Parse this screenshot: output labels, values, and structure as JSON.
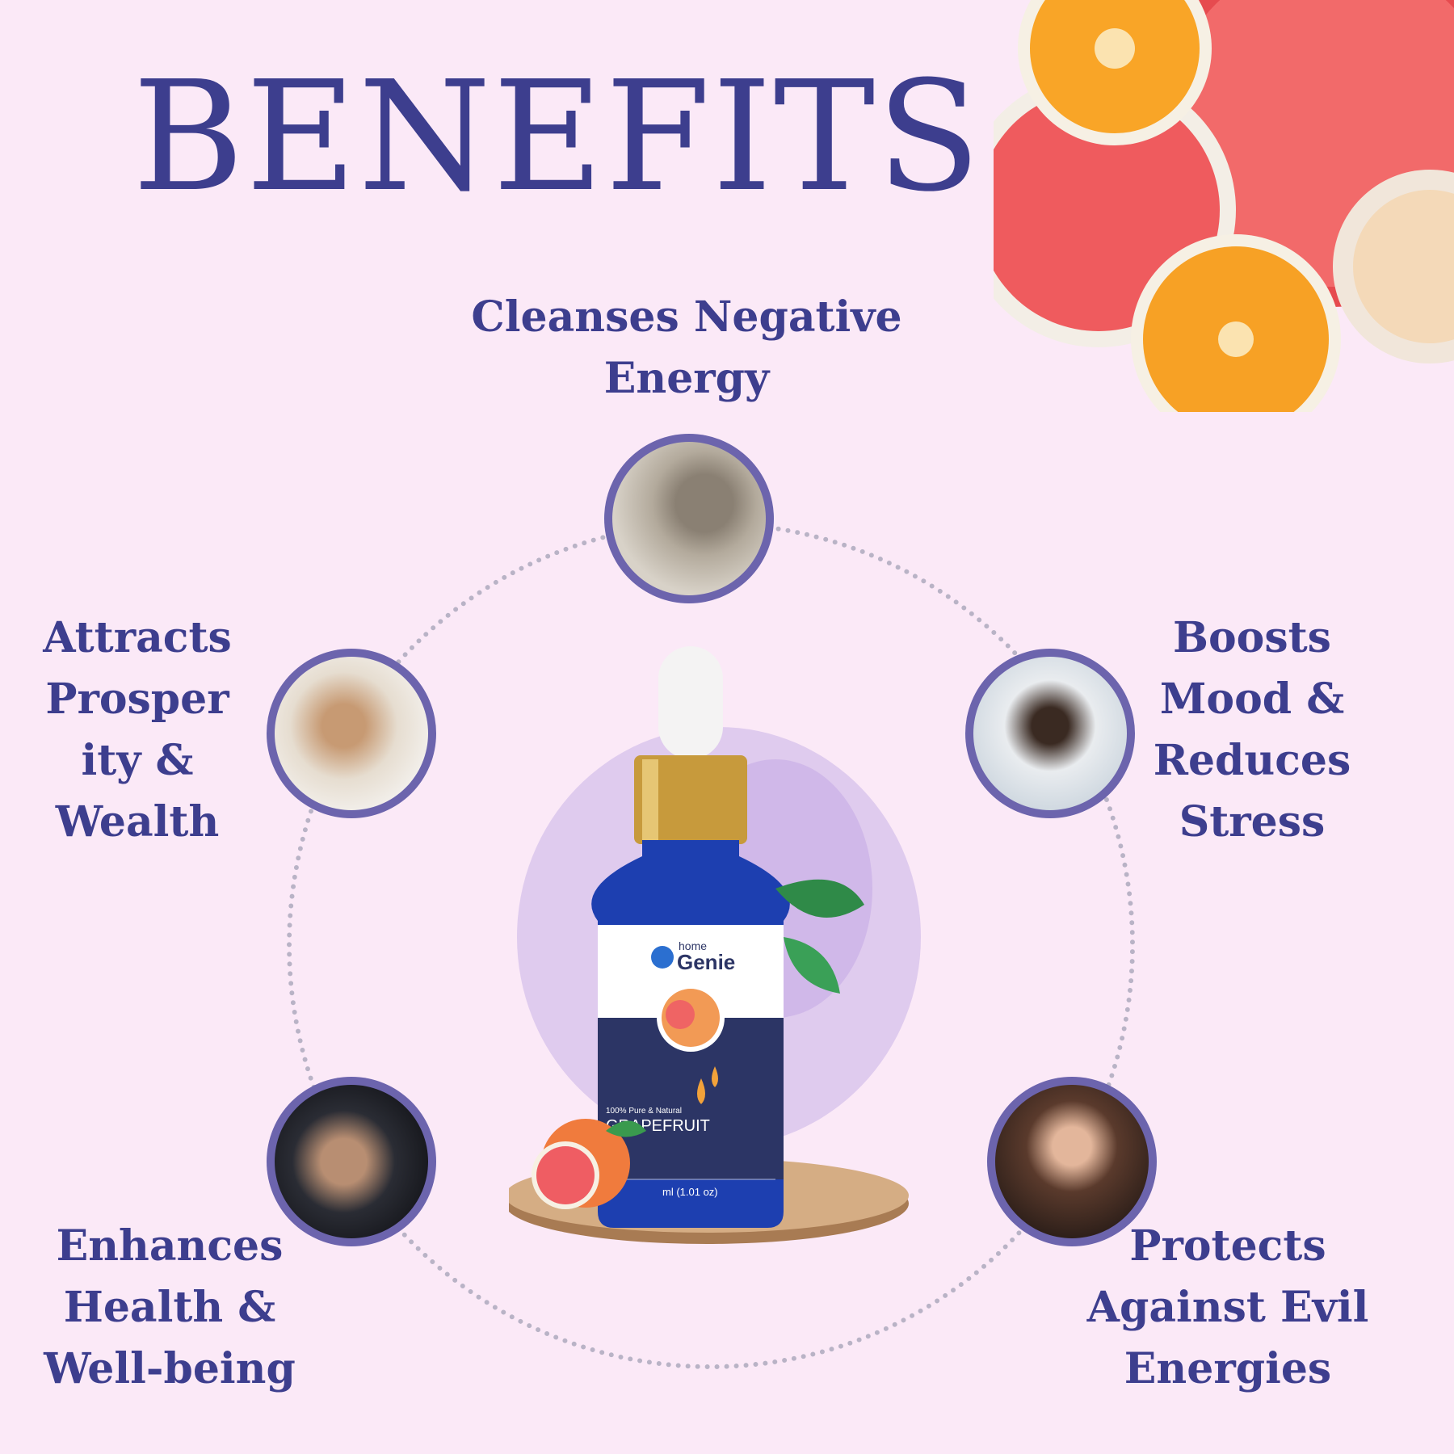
{
  "title": "BENEFITS",
  "benefits": {
    "top": "Cleanses Negative\nEnergy",
    "left_upper": "Attracts\nProsper\nity &\nWealth",
    "right_upper": "Boosts\nMood &\nReduces\nStress",
    "left_lower": "Enhances\nHealth &\nWell-being",
    "right_lower": "Protects\nAgainst Evil\nEnergies"
  },
  "product": {
    "brand_small": "home",
    "brand": "Genie",
    "purity": "100% Pure & Natural",
    "name": "GRAPEFRUIT",
    "volume": "ml (1.01 oz)"
  },
  "colors": {
    "background": "#fbe9f7",
    "text": "#3d3e8e",
    "circle_border": "#6c64ad",
    "bottle": "#1d3fb0",
    "label_navy": "#2c3565"
  }
}
